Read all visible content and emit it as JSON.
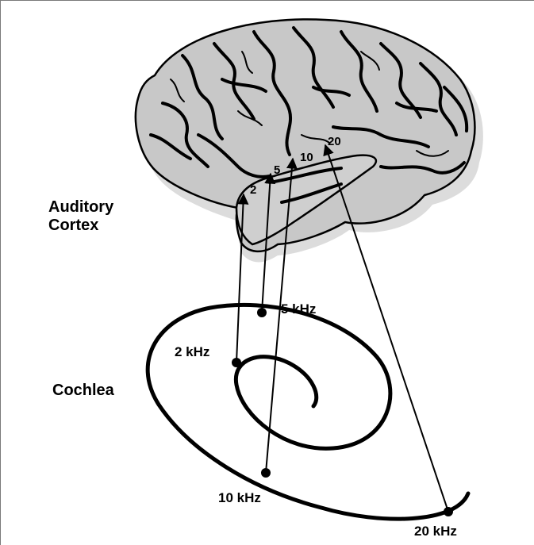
{
  "labels": {
    "auditory_cortex_line1": "Auditory",
    "auditory_cortex_line2": "Cortex",
    "cochlea": "Cochlea"
  },
  "cortex_marks": [
    "2",
    "5",
    "10",
    "20"
  ],
  "cochlea_points": [
    "2 kHz",
    "5 kHz",
    "10 kHz",
    "20 kHz"
  ],
  "colors": {
    "brain_fill": "#c8c8c8",
    "brain_shadow": "#dedede",
    "stroke": "#000000",
    "background": "#ffffff"
  }
}
